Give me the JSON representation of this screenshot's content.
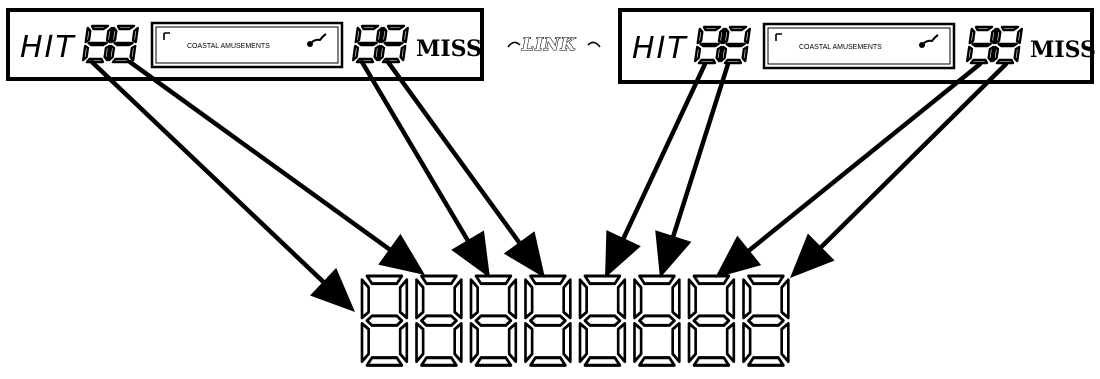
{
  "panels": [
    {
      "hit_label": "HIT",
      "miss_label": "MISS",
      "brand": "COASTAL AMUSEMENTS"
    },
    {
      "hit_label": "HIT",
      "miss_label": "MISS",
      "brand": "COASTAL AMUSEMENTS"
    }
  ],
  "link_label": "LINK",
  "colors": {
    "ink": "#000000",
    "background": "#ffffff"
  },
  "icons": [
    "music-note-icon",
    "lcd-digit-icon",
    "arrow-icon"
  ],
  "big_display": {
    "digit_count": 8
  }
}
